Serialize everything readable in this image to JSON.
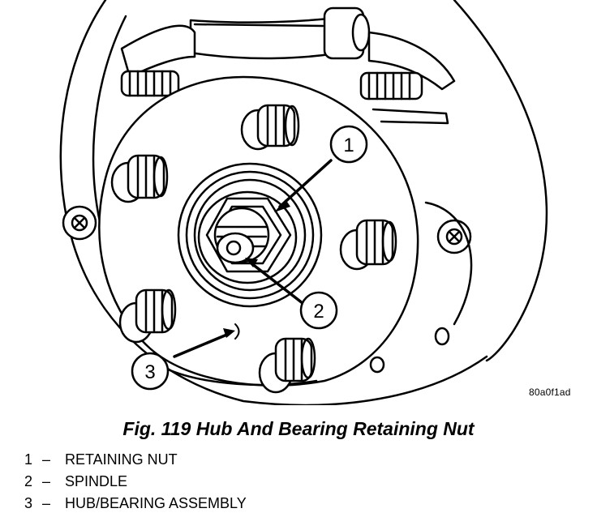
{
  "figure": {
    "reference_code": "80a0f1ad",
    "caption": "Fig. 119 Hub And Bearing Retaining Nut"
  },
  "callouts": [
    {
      "number": "1",
      "label": "RETAINING NUT"
    },
    {
      "number": "2",
      "label": "SPINDLE"
    },
    {
      "number": "3",
      "label": "HUB/BEARING ASSEMBLY"
    }
  ],
  "legend_separator": "–"
}
